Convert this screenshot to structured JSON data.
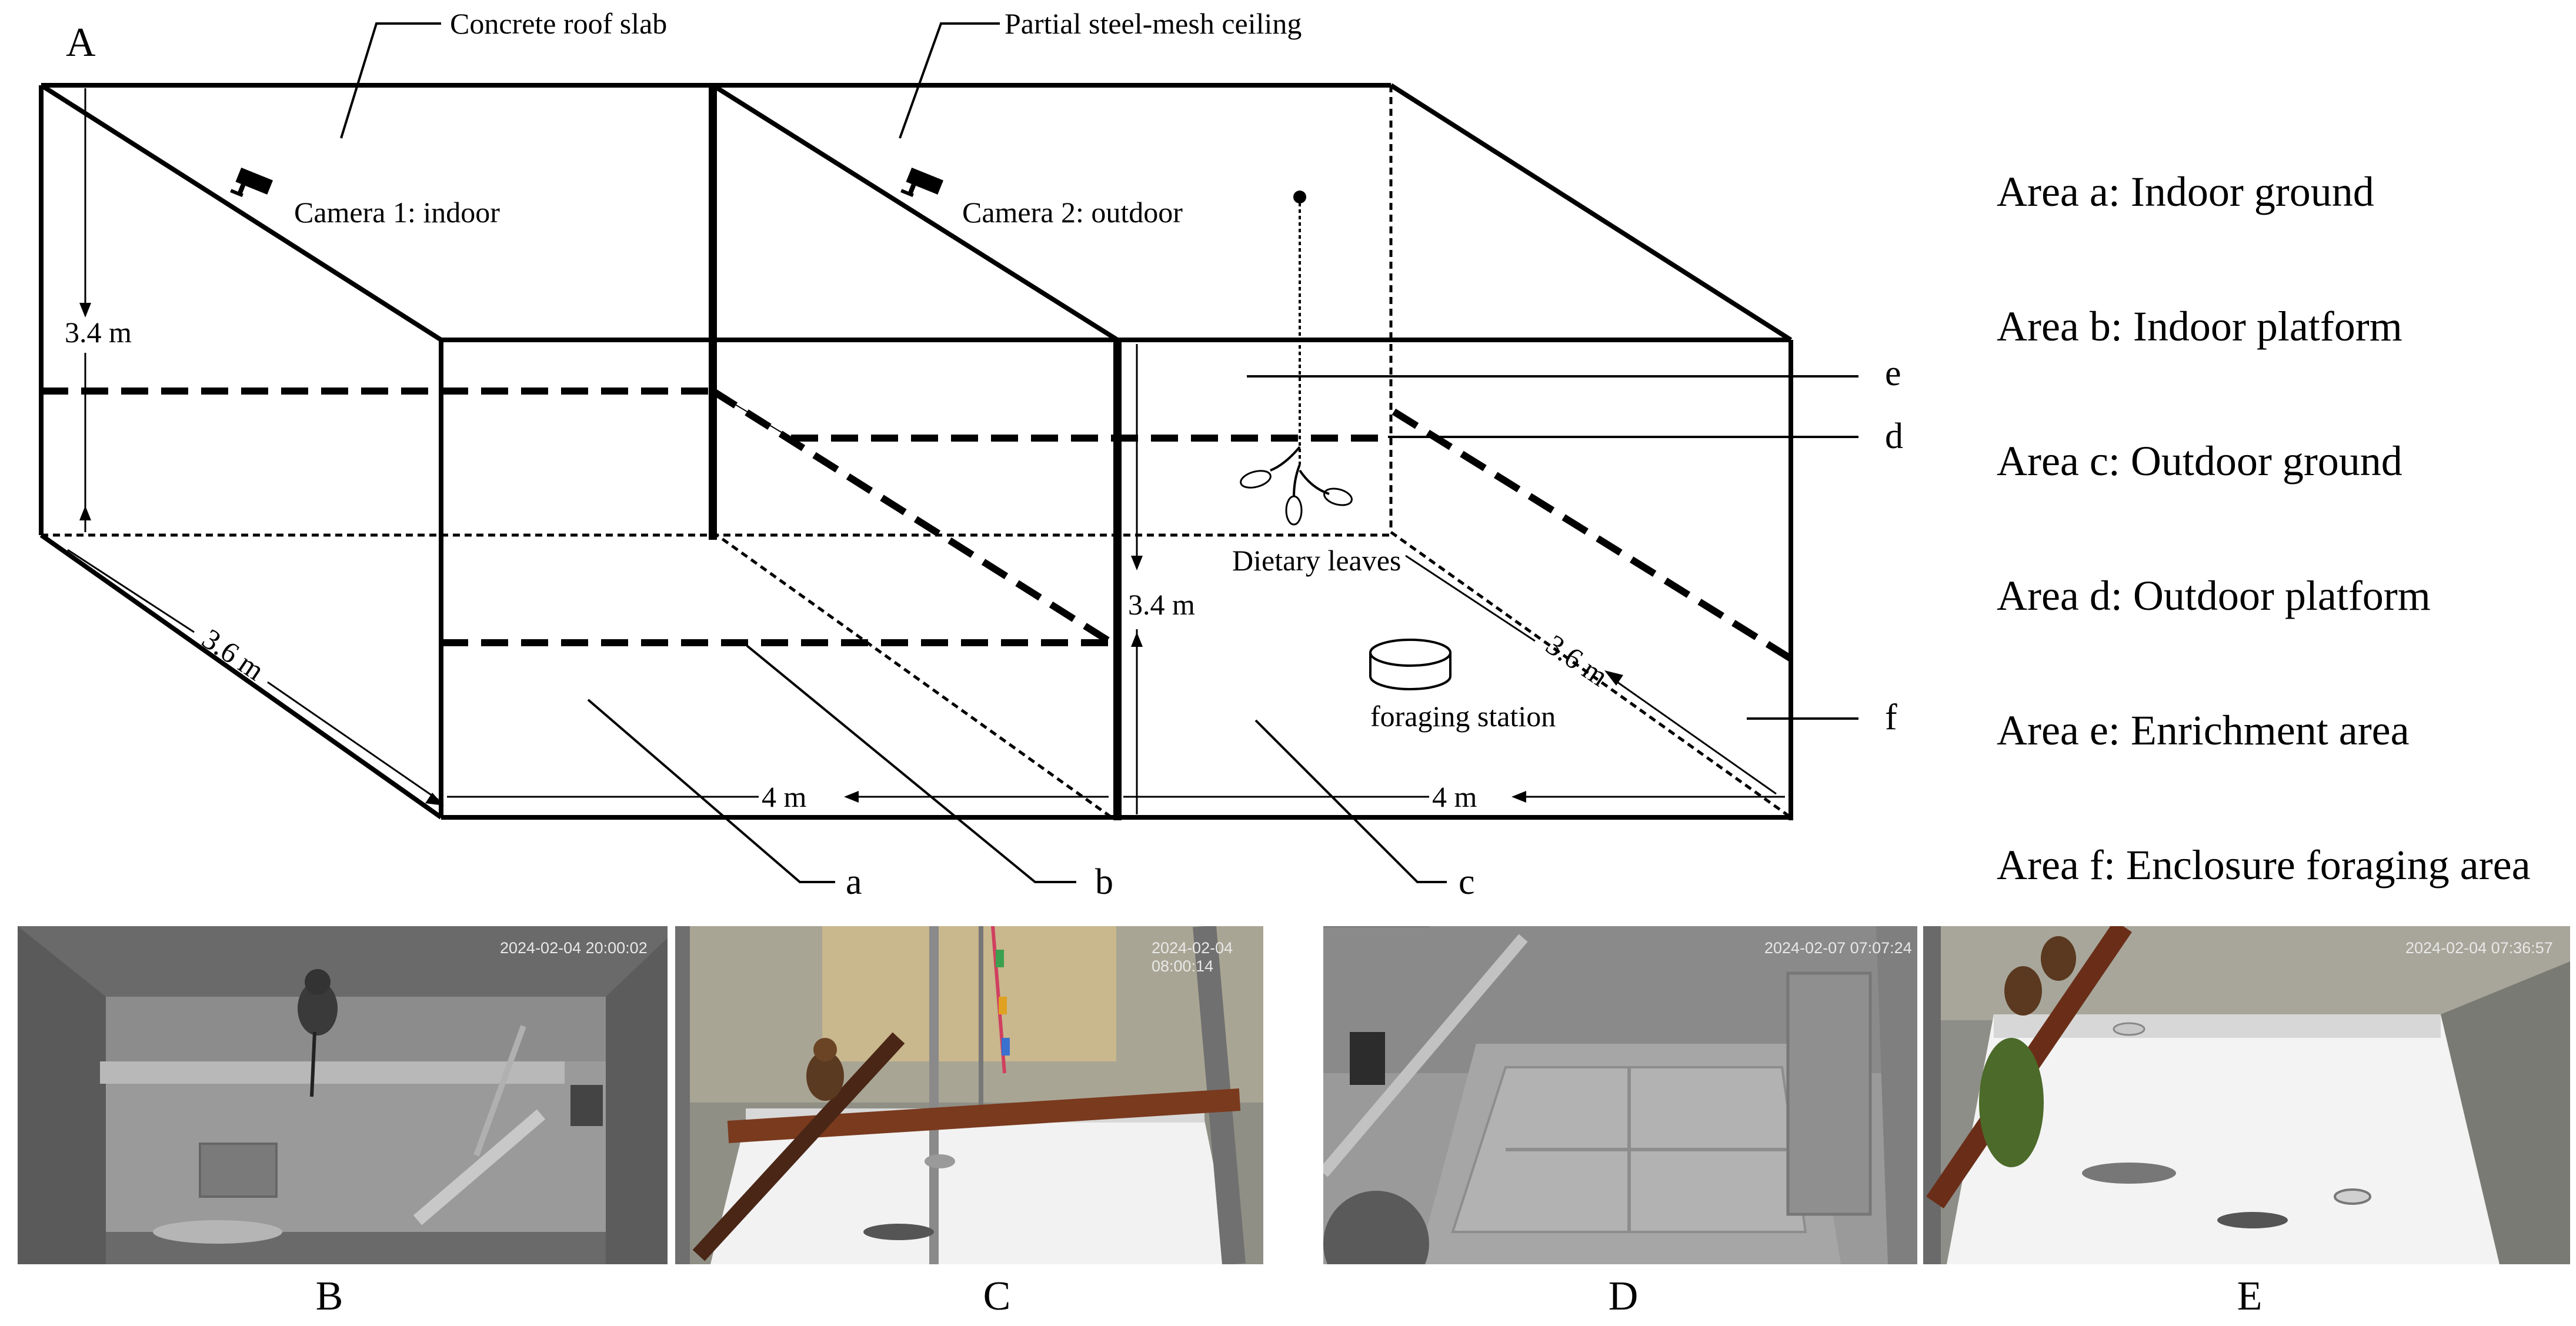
{
  "diagram": {
    "panel_label": "A",
    "callouts": {
      "roof": "Concrete roof slab",
      "ceiling": "Partial steel-mesh ceiling",
      "camera1": "Camera 1: indoor",
      "camera2": "Camera 2: outdoor",
      "dietary_leaves": "Dietary leaves",
      "foraging_station": "foraging station"
    },
    "dimensions": {
      "height_indoor": "3.4 m",
      "height_outdoor": "3.4 m",
      "depth_left": "3.6 m",
      "depth_right": "3.6 m",
      "width_indoor": "4 m",
      "width_outdoor": "4 m"
    },
    "area_letters": {
      "a": "a",
      "b": "b",
      "c": "c",
      "d": "d",
      "e": "e",
      "f": "f"
    }
  },
  "legend": [
    "Area a: Indoor ground",
    "Area b: Indoor platform",
    "Area c: Outdoor ground",
    "Area d: Outdoor platform",
    "Area e: Enrichment area",
    "Area f: Enclosure foraging area"
  ],
  "photos": [
    {
      "label": "B",
      "timestamp": "2024-02-04 20:00:02"
    },
    {
      "label": "C",
      "timestamp": "2024-02-04 08:00:14"
    },
    {
      "label": "D",
      "timestamp": "2024-02-07 07:07:24"
    },
    {
      "label": "E",
      "timestamp": "2024-02-04 07:36:57"
    }
  ]
}
